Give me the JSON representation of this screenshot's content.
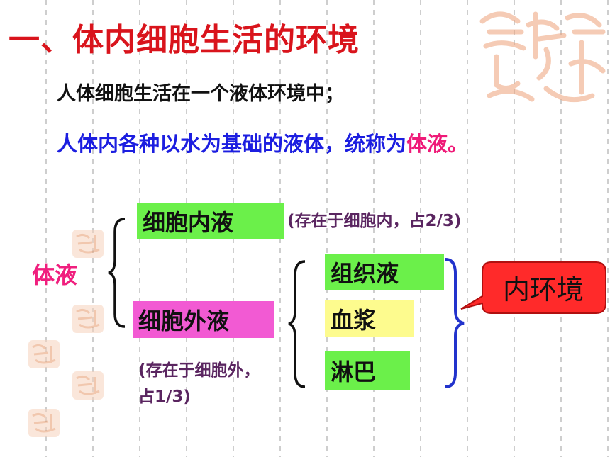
{
  "title": "一、体内细胞生活的环境",
  "intro": {
    "line1": "人体细胞生活在一个液体环境中；",
    "line2_main": "人体内各种以水为基础的液体，统称为",
    "line2_highlight": "体液。"
  },
  "diagram": {
    "root_label": "体液",
    "intracellular": {
      "label": "细胞内液",
      "note": "(存在于细胞内，占2/3)"
    },
    "extracellular": {
      "label": "细胞外液",
      "note_line1": "(存在于细胞外，",
      "note_line2": "占1/3)"
    },
    "ecf_components": [
      {
        "label": "组织液"
      },
      {
        "label": "血浆"
      },
      {
        "label": "淋巴"
      }
    ],
    "callout": "内环境"
  },
  "colors": {
    "title": "#d9141c",
    "line2": "#1c1ee0",
    "highlight": "#ef1a78",
    "green_box": "#6bf04a",
    "pink_box": "#f25ad3",
    "yellow_box": "#fdfb8e",
    "callout_fill": "#ff2a2a",
    "brace_blue": "#2233cc"
  },
  "icons": [
    "seal-watermark-icon",
    "brace-icon",
    "callout-icon"
  ]
}
